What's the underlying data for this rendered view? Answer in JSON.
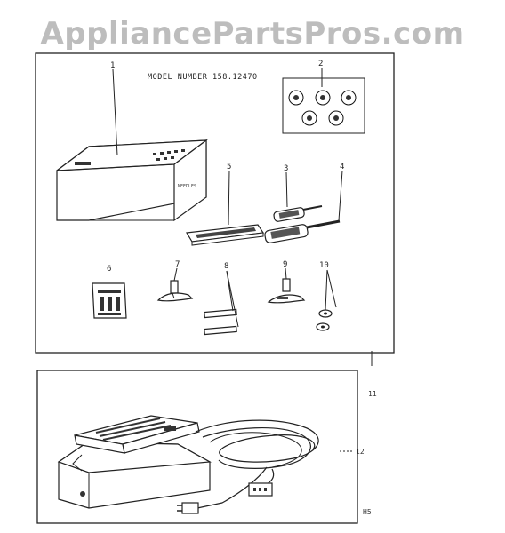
{
  "watermark": "AppliancePartsPros.com",
  "model_label": "MODEL NUMBER 158.12470",
  "callouts": [
    "1",
    "2",
    "3",
    "4",
    "5",
    "6",
    "7",
    "8",
    "9",
    "10",
    "11",
    "12"
  ],
  "side_mark": "H5",
  "attachment_box_marking": "NEEDLES"
}
